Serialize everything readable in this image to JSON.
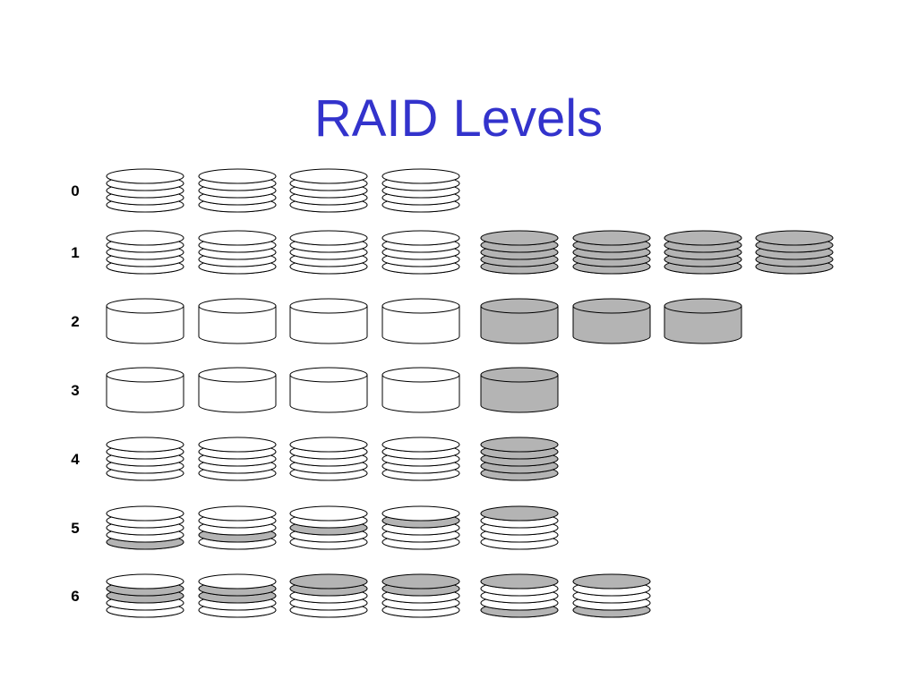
{
  "title": "RAID Levels",
  "colors": {
    "title": "#3333cc",
    "disk_fill": "#ffffff",
    "shaded_fill": "#b4b4b4",
    "stroke": "#000000"
  },
  "levels": [
    {
      "label": "0",
      "disks": [
        {
          "type": "striped",
          "shaded": []
        },
        {
          "type": "striped",
          "shaded": []
        },
        {
          "type": "striped",
          "shaded": []
        },
        {
          "type": "striped",
          "shaded": []
        }
      ]
    },
    {
      "label": "1",
      "disks": [
        {
          "type": "striped",
          "shaded": []
        },
        {
          "type": "striped",
          "shaded": []
        },
        {
          "type": "striped",
          "shaded": []
        },
        {
          "type": "striped",
          "shaded": []
        },
        {
          "type": "striped",
          "shaded": "all"
        },
        {
          "type": "striped",
          "shaded": "all"
        },
        {
          "type": "striped",
          "shaded": "all"
        },
        {
          "type": "striped",
          "shaded": "all"
        }
      ]
    },
    {
      "label": "2",
      "disks": [
        {
          "type": "plain",
          "shaded": false
        },
        {
          "type": "plain",
          "shaded": false
        },
        {
          "type": "plain",
          "shaded": false
        },
        {
          "type": "plain",
          "shaded": false
        },
        {
          "type": "plain",
          "shaded": true
        },
        {
          "type": "plain",
          "shaded": true
        },
        {
          "type": "plain",
          "shaded": true
        }
      ]
    },
    {
      "label": "3",
      "disks": [
        {
          "type": "plain",
          "shaded": false
        },
        {
          "type": "plain",
          "shaded": false
        },
        {
          "type": "plain",
          "shaded": false
        },
        {
          "type": "plain",
          "shaded": false
        },
        {
          "type": "plain",
          "shaded": true
        }
      ]
    },
    {
      "label": "4",
      "disks": [
        {
          "type": "striped",
          "shaded": []
        },
        {
          "type": "striped",
          "shaded": []
        },
        {
          "type": "striped",
          "shaded": []
        },
        {
          "type": "striped",
          "shaded": []
        },
        {
          "type": "striped",
          "shaded": "all"
        }
      ]
    },
    {
      "label": "5",
      "disks": [
        {
          "type": "striped",
          "shaded": [
            4
          ]
        },
        {
          "type": "striped",
          "shaded": [
            3
          ]
        },
        {
          "type": "striped",
          "shaded": [
            2
          ]
        },
        {
          "type": "striped",
          "shaded": [
            1
          ]
        },
        {
          "type": "striped",
          "shaded": [
            0
          ]
        }
      ]
    },
    {
      "label": "6",
      "disks": [
        {
          "type": "striped",
          "shaded": [
            1,
            2
          ]
        },
        {
          "type": "striped",
          "shaded": [
            1,
            2
          ]
        },
        {
          "type": "striped",
          "shaded": [
            0,
            1
          ]
        },
        {
          "type": "striped",
          "shaded": [
            0,
            1
          ]
        },
        {
          "type": "striped",
          "shaded": [
            0,
            4
          ]
        },
        {
          "type": "striped",
          "shaded": [
            0,
            4
          ]
        }
      ]
    }
  ]
}
